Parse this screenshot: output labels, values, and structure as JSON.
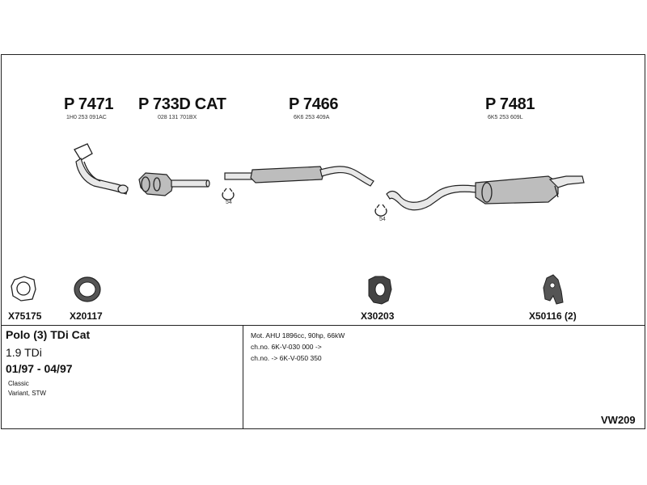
{
  "parts": [
    {
      "number": "P 7471",
      "oem": "1H0 253 091AC"
    },
    {
      "number": "P 733D CAT",
      "oem": "028 131 701BX"
    },
    {
      "number": "P 7466",
      "oem": "6K6 253 409A"
    },
    {
      "number": "P 7481",
      "oem": "6K5 253 609L"
    }
  ],
  "clamps": [
    "54",
    "54"
  ],
  "accessories": [
    "X75175",
    "X20117",
    "X30203",
    "X50116 (2)"
  ],
  "vehicle": {
    "title": "Polo (3) TDi Cat",
    "engine": "1.9 TDi",
    "years": "01/97 - 04/97",
    "variant1": "Classic",
    "variant2": "Variant, STW"
  },
  "specs": {
    "line1": "Mot. AHU 1896cc, 90hp, 66kW",
    "line2": "ch.no. 6K-V-030 000 ->",
    "line3": "ch.no. -> 6K-V-050 350"
  },
  "code": "VW209"
}
